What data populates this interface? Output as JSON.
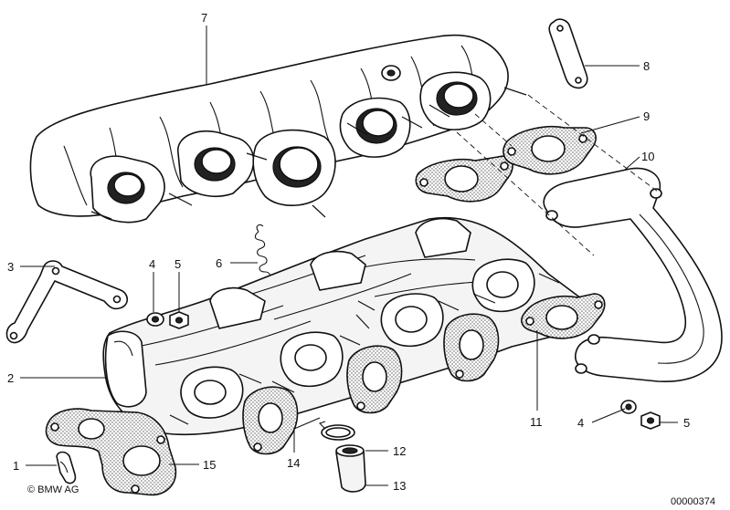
{
  "diagram": {
    "callouts": [
      "7",
      "8",
      "9",
      "10",
      "3",
      "6",
      "4",
      "5",
      "2",
      "1",
      "15",
      "14",
      "12",
      "13",
      "11",
      "4",
      "5"
    ],
    "copyright": "© BMW AG",
    "part_code": "00000374"
  }
}
